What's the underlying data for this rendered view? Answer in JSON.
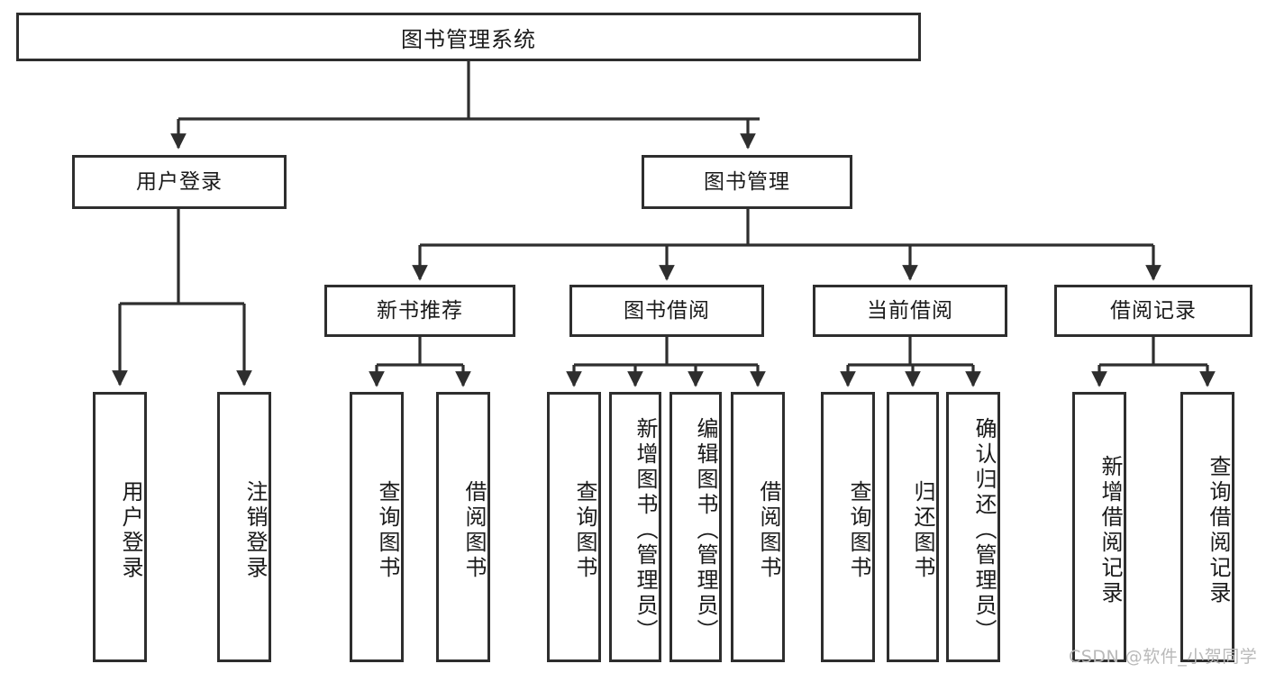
{
  "diagram": {
    "title": "图书管理系统",
    "type": "功能结构图",
    "watermark": "CSDN @软件_小贺同学",
    "colors": {
      "background": "#ffffff",
      "border": "#2e2e2e",
      "edge": "#2e2e2e",
      "text": "#1a1a1a",
      "watermark": "#b9b9b9"
    }
  },
  "nodes": {
    "root": {
      "label": "图书管理系统"
    },
    "level1": [
      {
        "id": "user-login",
        "label": "用户登录"
      },
      {
        "id": "book-manage",
        "label": "图书管理"
      }
    ],
    "level2": [
      {
        "id": "new-book-recommend",
        "label": "新书推荐"
      },
      {
        "id": "book-borrow",
        "label": "图书借阅"
      },
      {
        "id": "current-borrow",
        "label": "当前借阅"
      },
      {
        "id": "borrow-record",
        "label": "借阅记录"
      }
    ],
    "leaves": {
      "user-login": [
        {
          "id": "leaf-user-login",
          "label": "用户登录"
        },
        {
          "id": "leaf-user-logout",
          "label": "注销登录"
        }
      ],
      "new-book-recommend": [
        {
          "id": "leaf-query-book-1",
          "label": "查询图书"
        },
        {
          "id": "leaf-borrow-book-1",
          "label": "借阅图书"
        }
      ],
      "book-borrow": [
        {
          "id": "leaf-query-book-2",
          "label": "查询图书"
        },
        {
          "id": "leaf-add-book",
          "label": "新增图书（管理员）"
        },
        {
          "id": "leaf-edit-book",
          "label": "编辑图书（管理员）"
        },
        {
          "id": "leaf-borrow-book-2",
          "label": "借阅图书"
        }
      ],
      "current-borrow": [
        {
          "id": "leaf-query-book-3",
          "label": "查询图书"
        },
        {
          "id": "leaf-return-book",
          "label": "归还图书"
        },
        {
          "id": "leaf-confirm-return",
          "label": "确认归还（管理员）"
        }
      ],
      "borrow-record": [
        {
          "id": "leaf-add-record",
          "label": "新增借阅记录"
        },
        {
          "id": "leaf-query-record",
          "label": "查询借阅记录"
        }
      ]
    }
  }
}
